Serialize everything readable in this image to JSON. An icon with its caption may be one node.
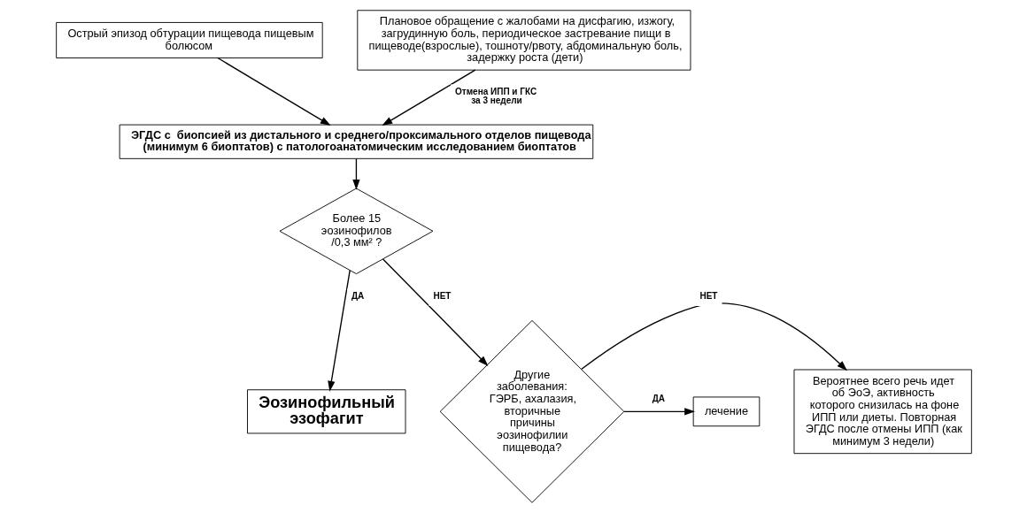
{
  "diagram": {
    "nodes": [
      {
        "text": [
          "Острый эпизод обтурации пищевода пищевым болюсом"
        ]
      },
      {
        "text": [
          "Плановое обращение с жалобами на дисфагию, изжогу, загрудинную боль, периодическое застревание пищи в пищеводе(взрослые), тошноту/рвоту, абдоминальную боль, задержку роста (дети)"
        ]
      },
      {
        "text": [
          "ЭГДС с  биопсией из дистального и среднего/проксимального отделов пищевода (минимум 6 биоптатов) с патологоанатомическим исследованием биоптатов"
        ]
      },
      {
        "text": [
          "Более 15 эозинофилов /0,3 мм² ?"
        ]
      },
      {
        "text": [
          "Эозинофильный эзофагит"
        ]
      },
      {
        "text": [
          "Другие заболевания: ГЭРБ, ахалазия, вторичные причины эозинофилии пищевода?"
        ]
      },
      {
        "text": [
          "Вероятнее всего речь идет об ЭоЭ, активность которого снизилась на фоне ИПП или диеты. Повторная ЭГДС после отмены ИПП (как минимум 3 недели)"
        ]
      },
      {
        "text": [
          "лечение"
        ]
      }
    ],
    "edges": [
      {
        "from": 0,
        "to": 2,
        "arrow": "to"
      },
      {
        "from": 1,
        "to": 2,
        "arrow": "to",
        "label": "Отмена ИПП и ГКС за 3 недели"
      },
      {
        "from": 2,
        "to": 3,
        "arrow": "to"
      },
      {
        "from": 3,
        "to": 4,
        "arrow": "to",
        "label": "ДА"
      },
      {
        "from": 3,
        "to": 5,
        "arrow": "to",
        "label": "НЕТ"
      },
      {
        "from": 5,
        "to": 6,
        "arrow": "to",
        "label": "НЕТ"
      },
      {
        "from": 5,
        "to": 7,
        "arrow": "to",
        "label": "ДА"
      }
    ]
  }
}
